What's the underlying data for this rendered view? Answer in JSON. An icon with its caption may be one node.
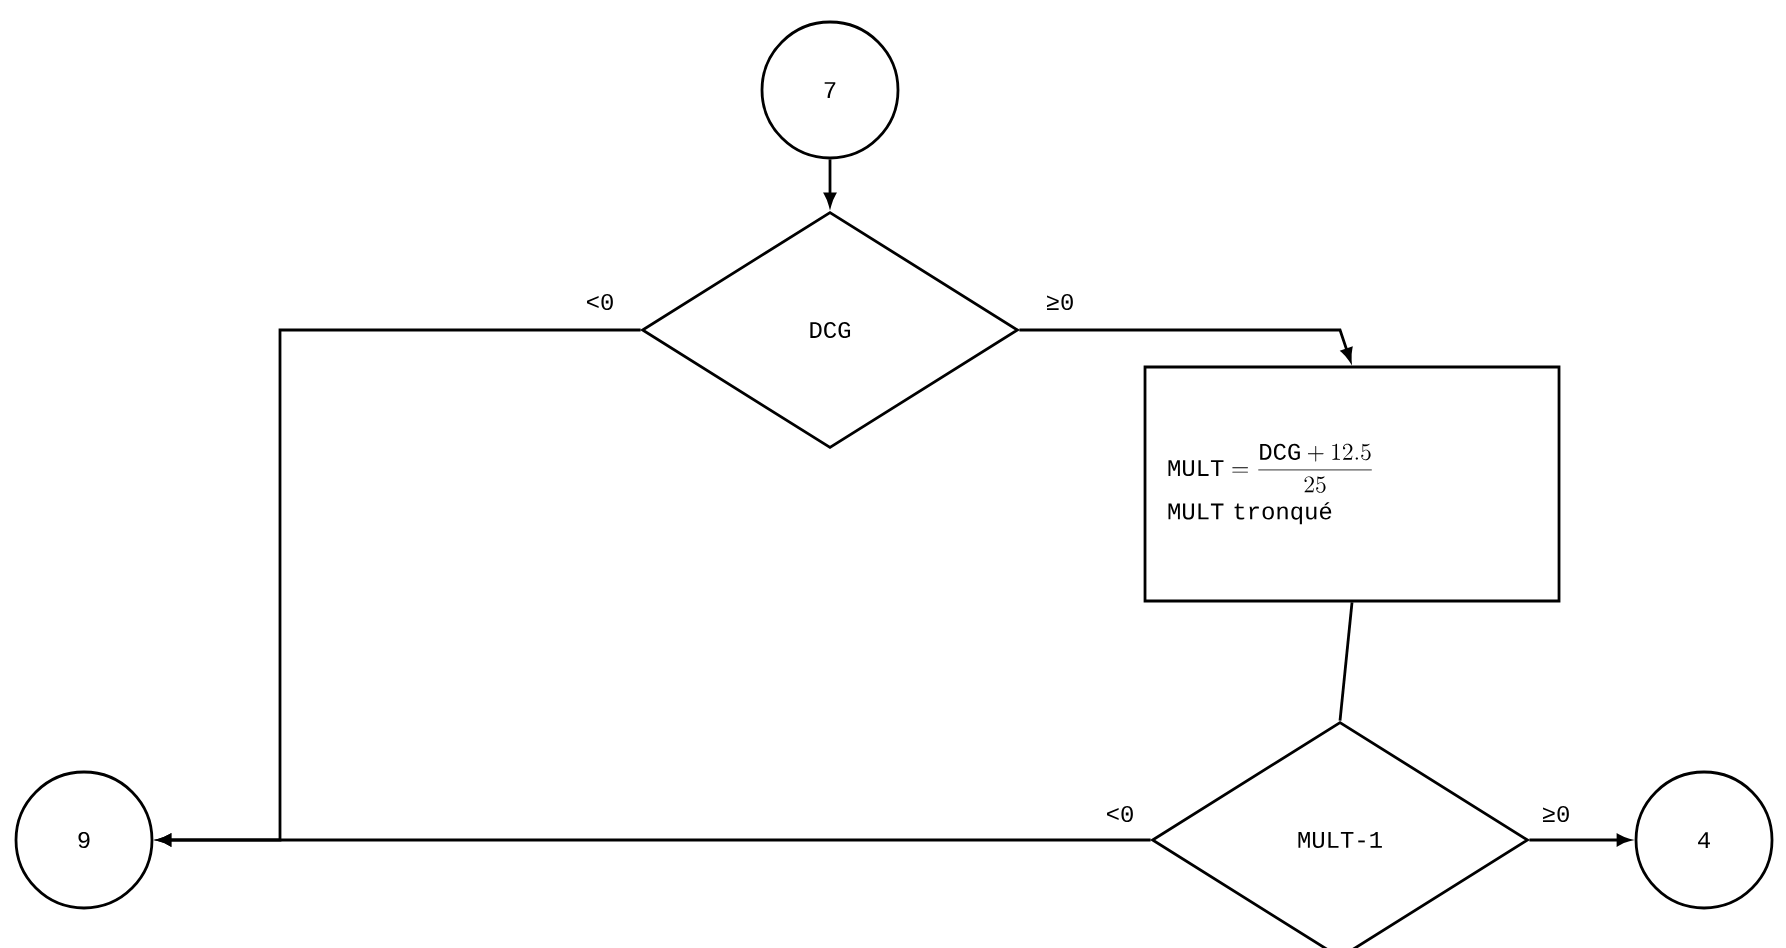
{
  "diagram": {
    "nodes": [
      {
        "text": [
          "7"
        ]
      },
      {
        "text": [
          "DCG"
        ]
      },
      {
        "text": [
          "\\mathtt{MULT}=\\frac{\\mathtt{DCG}+12.5}{25}",
          "MULT tronqué"
        ]
      },
      {
        "text": [
          "MULT-1"
        ]
      },
      {
        "text": [
          "9"
        ]
      },
      {
        "text": [
          "4"
        ]
      }
    ],
    "edges": [
      {
        "from": 0,
        "to": 1,
        "arrow": "to"
      },
      {
        "from": 1,
        "to": 2,
        "arrow": "to",
        "label": "≥0"
      },
      {
        "from": 1,
        "to": 4,
        "arrow": "to",
        "label": "<0"
      },
      {
        "from": 2,
        "to": 3,
        "arrow": "none"
      },
      {
        "from": 3,
        "to": 4,
        "arrow": "to",
        "label": "<0"
      },
      {
        "from": 3,
        "to": 5,
        "arrow": "to",
        "label": "≥0"
      }
    ]
  }
}
